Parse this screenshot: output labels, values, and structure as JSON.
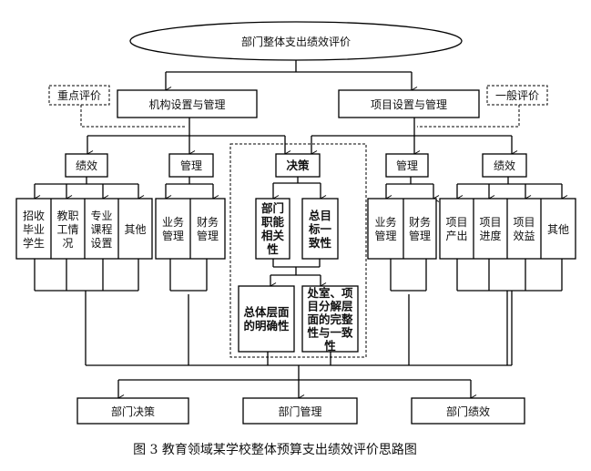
{
  "title": "部门整体支出绩效评价",
  "tags": {
    "key": "重点评价",
    "general": "一般评价"
  },
  "level1": [
    "机构设置与管理",
    "项目设置与管理"
  ],
  "left_perf": {
    "label": "绩效",
    "items": [
      [
        "招收",
        "毕业",
        "学生"
      ],
      [
        "教职",
        "工情",
        "况"
      ],
      [
        "专业",
        "课程",
        "设置"
      ],
      [
        "其他"
      ]
    ]
  },
  "left_mgmt": {
    "label": "管理",
    "items": [
      [
        "业务",
        "管理"
      ],
      [
        "财务",
        "管理"
      ]
    ]
  },
  "decision": {
    "label": "决策",
    "items": [
      [
        "部门",
        "职能",
        "相关",
        "性"
      ],
      [
        "总目",
        "标一",
        "致性"
      ]
    ],
    "sub": [
      [
        "总体层面",
        "的明确性"
      ],
      [
        "处室、项",
        "目分解层",
        "面的完整",
        "性与一致",
        "性"
      ]
    ]
  },
  "right_mgmt": {
    "label": "管理",
    "items": [
      [
        "业务",
        "管理"
      ],
      [
        "财务",
        "管理"
      ]
    ]
  },
  "right_perf": {
    "label": "绩效",
    "items": [
      [
        "项目",
        "产出"
      ],
      [
        "项目",
        "进度"
      ],
      [
        "项目",
        "效益"
      ],
      [
        "其他"
      ]
    ]
  },
  "outputs": [
    "部门决策",
    "部门管理",
    "部门绩效"
  ],
  "caption": "图 3  教育领域某学校整体预算支出绩效评价思路图"
}
